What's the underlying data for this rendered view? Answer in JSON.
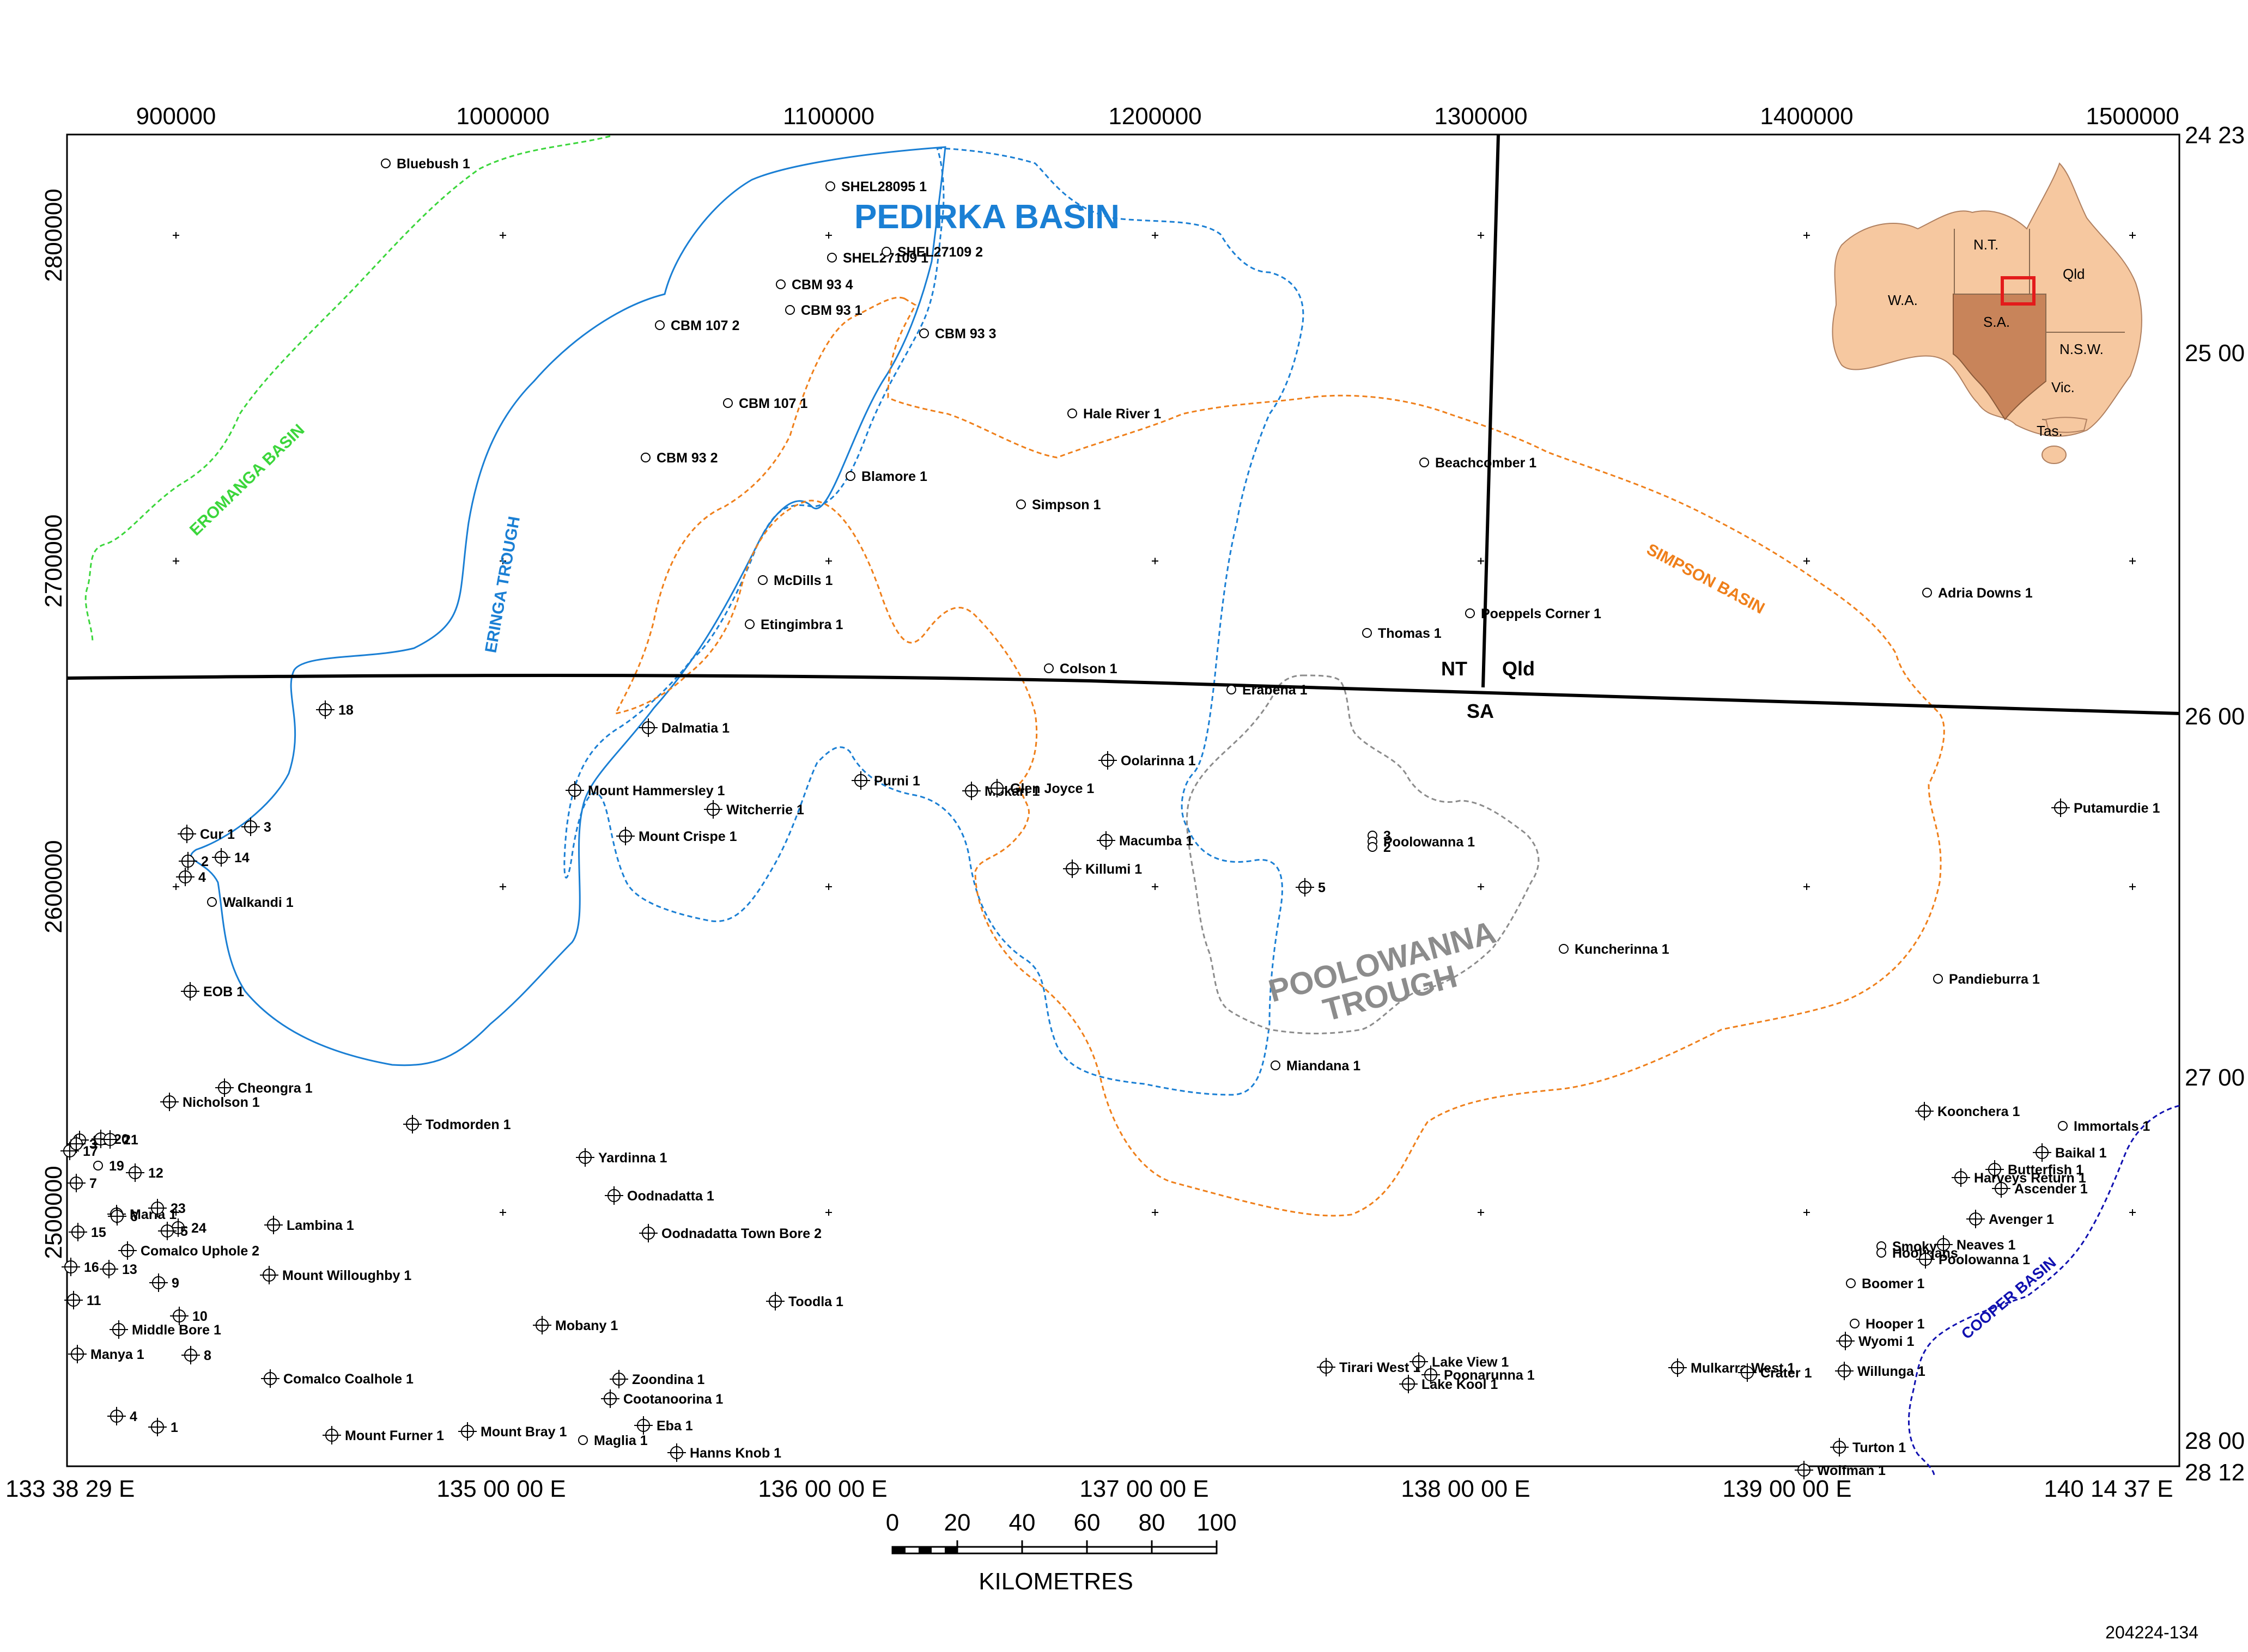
{
  "grid_labels": {
    "top_eastings": [
      "900000",
      "1000000",
      "1100000",
      "1200000",
      "1300000",
      "1400000",
      "1500000"
    ],
    "left_northings": [
      "2800000",
      "2700000",
      "2600000",
      "2500000"
    ],
    "right_lat": [
      "24 23",
      "25 00",
      "26 00",
      "27 00",
      "28 00",
      "28 12"
    ],
    "bottom_lon": [
      "133 38 29 E",
      "135 00 00 E",
      "136 00 00 E",
      "137 00 00 E",
      "138 00 00 E",
      "139 00 00 E",
      "140 14 37 E"
    ]
  },
  "basins": {
    "pedirka": "PEDIRKA BASIN",
    "eromanga": "EROMANGA BASIN",
    "eringa": "ERINGA TROUGH",
    "simpson": "SIMPSON BASIN",
    "poolowanna_1": "POOLOWANNA",
    "poolowanna_2": "TROUGH",
    "cooper": "COOPER BASIN"
  },
  "states": {
    "nt": "NT",
    "qld": "Qld",
    "sa": "SA"
  },
  "inset": {
    "wa": "W.A.",
    "nt": "N.T.",
    "qld": "Qld",
    "sa": "S.A.",
    "nsw": "N.S.W.",
    "vic": "Vic.",
    "tas": "Tas."
  },
  "scalebar": {
    "ticks": [
      "0",
      "20",
      "40",
      "60",
      "80",
      "100"
    ],
    "unit": "KILOMETRES"
  },
  "map_id": "204224-134",
  "colors": {
    "pedirka": "#1a7fd4",
    "eromanga": "#3bd63b",
    "simpson": "#ef7f1a",
    "poolowanna": "#8c8c8c",
    "cooper": "#1010b0",
    "inset_land": "#f6c8a0",
    "inset_sa": "#c8845a",
    "inset_box": "#e31b1b"
  },
  "wells": [
    {
      "label": "Bluebush 1",
      "sym": "o"
    },
    {
      "label": "SHEL28095 1",
      "sym": "o"
    },
    {
      "label": "SHEL27109 1",
      "sym": "o"
    },
    {
      "label": "SHEL27109 2",
      "sym": "o"
    },
    {
      "label": "CBM 93 4",
      "sym": "o"
    },
    {
      "label": "CBM 93 1",
      "sym": "o"
    },
    {
      "label": "CBM 107 2",
      "sym": "o"
    },
    {
      "label": "CBM 93 3",
      "sym": "o"
    },
    {
      "label": "CBM 107 1",
      "sym": "o"
    },
    {
      "label": "CBM 93 2",
      "sym": "o"
    },
    {
      "label": "Hale River 1",
      "sym": "o"
    },
    {
      "label": "Blamore 1",
      "sym": "o"
    },
    {
      "label": "Simpson 1",
      "sym": "o"
    },
    {
      "label": "Beachcomber 1",
      "sym": "o"
    },
    {
      "label": "McDills 1",
      "sym": "o"
    },
    {
      "label": "Etingimbra 1",
      "sym": "o"
    },
    {
      "label": "Poeppels Corner 1",
      "sym": "o"
    },
    {
      "label": "Thomas 1",
      "sym": "o"
    },
    {
      "label": "Adria Downs 1",
      "sym": "o"
    },
    {
      "label": "Colson 1",
      "sym": "o"
    },
    {
      "label": "Erabena 1",
      "sym": "o"
    },
    {
      "label": "18",
      "sym": "x"
    },
    {
      "label": "Dalmatia 1",
      "sym": "x"
    },
    {
      "label": "Oolarinna 1",
      "sym": "x"
    },
    {
      "label": "Mount Hammersley 1",
      "sym": "x"
    },
    {
      "label": "Purni 1",
      "sym": "x"
    },
    {
      "label": "Mokari 1",
      "sym": "x"
    },
    {
      "label": "Glen Joyce 1",
      "sym": "x"
    },
    {
      "label": "Witcherrie 1",
      "sym": "x"
    },
    {
      "label": "Putamurdie 1",
      "sym": "x"
    },
    {
      "label": "Cur 1",
      "sym": "x"
    },
    {
      "label": "3",
      "sym": "x"
    },
    {
      "label": "Mount Crispe 1",
      "sym": "x"
    },
    {
      "label": "Macumba 1",
      "sym": "x"
    },
    {
      "label": "3",
      "sym": "o"
    },
    {
      "label": "Poolowanna 1",
      "sym": "o"
    },
    {
      "label": "2",
      "sym": "o"
    },
    {
      "label": "2",
      "sym": "x"
    },
    {
      "label": "14",
      "sym": "x"
    },
    {
      "label": "Killumi 1",
      "sym": "x"
    },
    {
      "label": "4",
      "sym": "x"
    },
    {
      "label": "Walkandi 1",
      "sym": "o"
    },
    {
      "label": "5",
      "sym": "x"
    },
    {
      "label": "Kuncherinna 1",
      "sym": "o"
    },
    {
      "label": "EOB 1",
      "sym": "x"
    },
    {
      "label": "Pandieburra 1",
      "sym": "o"
    },
    {
      "label": "Miandana 1",
      "sym": "o"
    },
    {
      "label": "Cheongra 1",
      "sym": "x"
    },
    {
      "label": "Nicholson 1",
      "sym": "x"
    },
    {
      "label": "Koonchera 1",
      "sym": "x"
    },
    {
      "label": "Todmorden 1",
      "sym": "x"
    },
    {
      "label": "Immortals 1",
      "sym": "o"
    },
    {
      "label": "Baikal 1",
      "sym": "x"
    },
    {
      "label": "Yardinna 1",
      "sym": "x"
    },
    {
      "label": "Butterfish 1",
      "sym": "x"
    },
    {
      "label": "Harveys Return 1",
      "sym": "x"
    },
    {
      "label": "Ascender 1",
      "sym": "x"
    },
    {
      "label": "Oodnadatta 1",
      "sym": "x"
    },
    {
      "label": "Marla 1",
      "sym": "x"
    },
    {
      "label": "Lambina 1",
      "sym": "x"
    },
    {
      "label": "Avenger 1",
      "sym": "x"
    },
    {
      "label": "Oodnadatta Town Bore 2",
      "sym": "x"
    },
    {
      "label": "Comalco Uphole 2",
      "sym": "x"
    },
    {
      "label": "Mount Willoughby 1",
      "sym": "x"
    },
    {
      "label": "Smoky",
      "sym": "o"
    },
    {
      "label": "Hooligans",
      "sym": "o"
    },
    {
      "label": "Neaves 1",
      "sym": "x"
    },
    {
      "label": "Poolowanna 1",
      "sym": "x"
    },
    {
      "label": "Boomer 1",
      "sym": "o"
    },
    {
      "label": "Toodla 1",
      "sym": "x"
    },
    {
      "label": "Middle Bore 1",
      "sym": "x"
    },
    {
      "label": "Mobany 1",
      "sym": "x"
    },
    {
      "label": "Hooper 1",
      "sym": "o"
    },
    {
      "label": "Wyomi 1",
      "sym": "x"
    },
    {
      "label": "Manya 1",
      "sym": "x"
    },
    {
      "label": "Tirari West 1",
      "sym": "x"
    },
    {
      "label": "Lake View 1",
      "sym": "x"
    },
    {
      "label": "Poonarunna 1",
      "sym": "x"
    },
    {
      "label": "Lake Kool 1",
      "sym": "x"
    },
    {
      "label": "Mulkarra West 1",
      "sym": "x"
    },
    {
      "label": "Crater 1",
      "sym": "x"
    },
    {
      "label": "Willunga 1",
      "sym": "x"
    },
    {
      "label": "Comalco Coalhole 1",
      "sym": "x"
    },
    {
      "label": "Zoondina 1",
      "sym": "x"
    },
    {
      "label": "Cootanoorina 1",
      "sym": "x"
    },
    {
      "label": "Eba 1",
      "sym": "x"
    },
    {
      "label": "Mount Bray 1",
      "sym": "x"
    },
    {
      "label": "Mount Furner 1",
      "sym": "x"
    },
    {
      "label": "Maglia 1",
      "sym": "o"
    },
    {
      "label": "Hanns Knob 1",
      "sym": "x"
    },
    {
      "label": "Turton 1",
      "sym": "x"
    },
    {
      "label": "Wolfman 1",
      "sym": "x"
    },
    {
      "label": "22",
      "sym": "x"
    },
    {
      "label": "20",
      "sym": "x"
    },
    {
      "label": "21",
      "sym": "x"
    },
    {
      "label": "17",
      "sym": "x"
    },
    {
      "label": "3",
      "sym": "x"
    },
    {
      "label": "19",
      "sym": "o"
    },
    {
      "label": "12",
      "sym": "x"
    },
    {
      "label": "23",
      "sym": "x"
    },
    {
      "label": "24",
      "sym": "x"
    },
    {
      "label": "5",
      "sym": "x"
    },
    {
      "label": "7",
      "sym": "x"
    },
    {
      "label": "6",
      "sym": "x"
    },
    {
      "label": "15",
      "sym": "x"
    },
    {
      "label": "16",
      "sym": "x"
    },
    {
      "label": "13",
      "sym": "x"
    },
    {
      "label": "11",
      "sym": "x"
    },
    {
      "label": "9",
      "sym": "x"
    },
    {
      "label": "10",
      "sym": "x"
    },
    {
      "label": "8",
      "sym": "x"
    },
    {
      "label": "4",
      "sym": "x"
    },
    {
      "label": "1",
      "sym": "x"
    }
  ]
}
